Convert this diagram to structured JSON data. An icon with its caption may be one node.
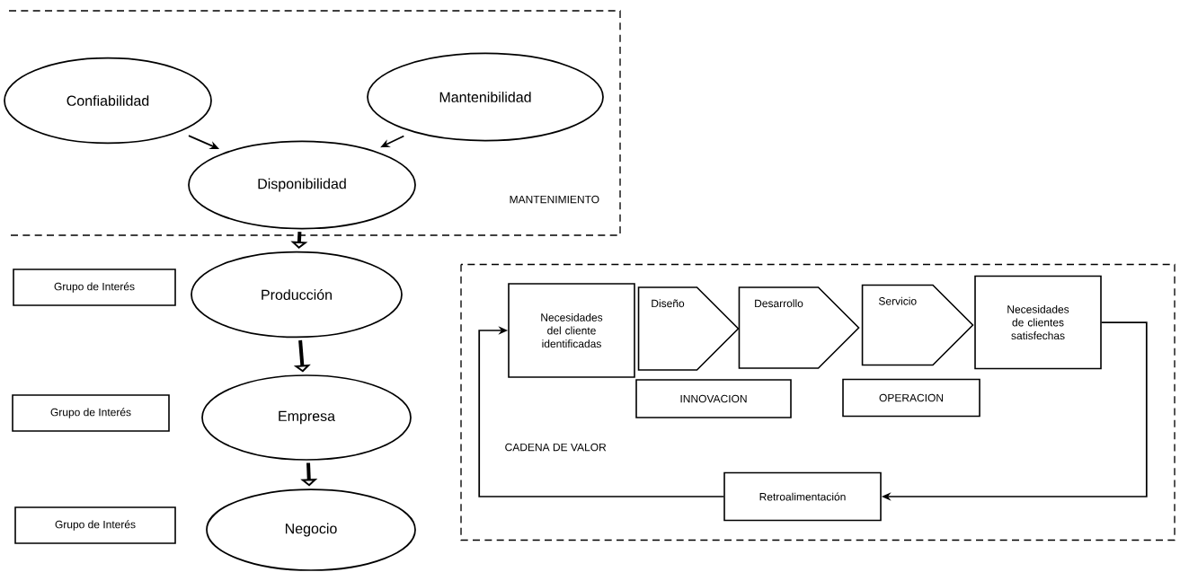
{
  "diagram": {
    "nodes": [
      {
        "text": [
          "MANTENIMIENTO"
        ]
      },
      {
        "text": [
          "Confiabilidad"
        ],
        "in": 0
      },
      {
        "text": [
          "Mantenibilidad"
        ],
        "in": 0
      },
      {
        "text": [
          "Disponibilidad"
        ],
        "in": 0
      },
      {
        "text": [
          "Producción"
        ]
      },
      {
        "text": [
          "Empresa"
        ]
      },
      {
        "text": [
          "Negocio"
        ]
      },
      {
        "text": [
          "Grupo de Interés"
        ]
      },
      {
        "text": [
          "Grupo de Interés"
        ]
      },
      {
        "text": [
          "Grupo de Interés"
        ]
      },
      {
        "text": [
          "CADENA DE VALOR"
        ]
      },
      {
        "text": [
          "Necesidades del cliente identificadas"
        ],
        "in": 10
      },
      {
        "text": [
          "Diseño"
        ],
        "in": 10
      },
      {
        "text": [
          "Desarrollo"
        ],
        "in": 10
      },
      {
        "text": [
          "Servicio"
        ],
        "in": 10
      },
      {
        "text": [
          "Necesidades de clientes satisfechas"
        ],
        "in": 10
      },
      {
        "text": [
          "INNOVACION"
        ],
        "in": 10
      },
      {
        "text": [
          "OPERACION"
        ],
        "in": 10
      },
      {
        "text": [
          "Retroalimentación"
        ],
        "in": 10
      }
    ],
    "edges": [
      {
        "from": 1,
        "to": 3,
        "arrow": "to"
      },
      {
        "from": 2,
        "to": 3,
        "arrow": "to"
      },
      {
        "from": 3,
        "to": 4,
        "arrow": "to",
        "style": "thick"
      },
      {
        "from": 4,
        "to": 5,
        "arrow": "to",
        "style": "thick"
      },
      {
        "from": 5,
        "to": 6,
        "arrow": "to",
        "style": "thick"
      },
      {
        "from": 15,
        "to": 18,
        "arrow": "to"
      },
      {
        "from": 18,
        "to": 11,
        "arrow": "to"
      }
    ]
  }
}
